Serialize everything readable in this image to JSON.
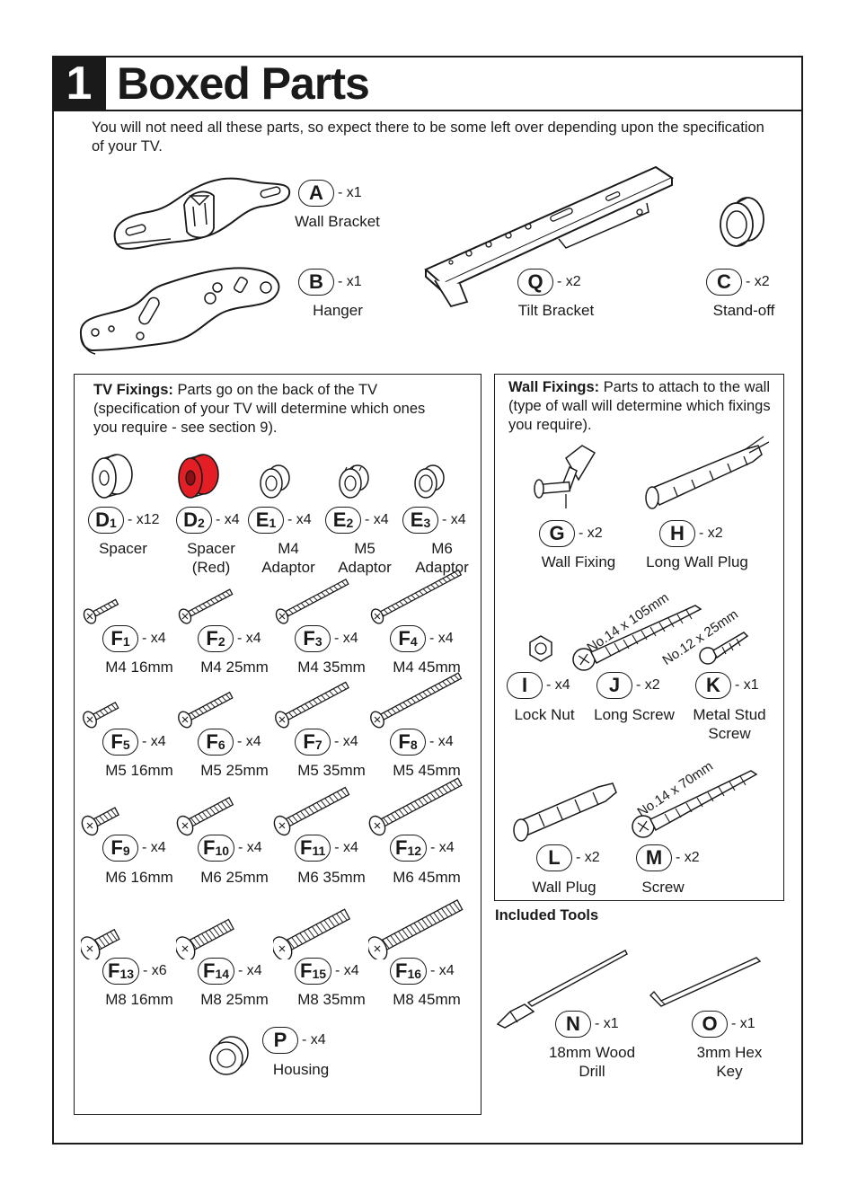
{
  "header": {
    "number": "1",
    "title": "Boxed Parts"
  },
  "intro": "You will not need all these parts, so expect there to be some left over depending upon the specification of your TV.",
  "main_parts": [
    {
      "code": "A",
      "sub": "",
      "qty": "- x1",
      "name": "Wall Bracket"
    },
    {
      "code": "B",
      "sub": "",
      "qty": "- x1",
      "name": "Hanger"
    },
    {
      "code": "Q",
      "sub": "",
      "qty": "- x2",
      "name": "Tilt Bracket"
    },
    {
      "code": "C",
      "sub": "",
      "qty": "- x2",
      "name": "Stand-off"
    }
  ],
  "tv_fixings": {
    "heading": "TV Fixings:",
    "text": " Parts go on the back of the TV (specification of your TV will determine which ones you require - see section 9).",
    "spacers": [
      {
        "code": "D",
        "sub": "1",
        "qty": "- x12",
        "name1": "Spacer",
        "name2": ""
      },
      {
        "code": "D",
        "sub": "2",
        "qty": "- x4",
        "name1": "Spacer",
        "name2": "(Red)"
      },
      {
        "code": "E",
        "sub": "1",
        "qty": "- x4",
        "name1": "M4",
        "name2": "Adaptor"
      },
      {
        "code": "E",
        "sub": "2",
        "qty": "- x4",
        "name1": "M5",
        "name2": "Adaptor"
      },
      {
        "code": "E",
        "sub": "3",
        "qty": "- x4",
        "name1": "M6",
        "name2": "Adaptor"
      }
    ],
    "screws": [
      {
        "code": "F",
        "sub": "1",
        "qty": "- x4",
        "name": "M4 16mm"
      },
      {
        "code": "F",
        "sub": "2",
        "qty": "- x4",
        "name": "M4 25mm"
      },
      {
        "code": "F",
        "sub": "3",
        "qty": "- x4",
        "name": "M4 35mm"
      },
      {
        "code": "F",
        "sub": "4",
        "qty": "- x4",
        "name": "M4 45mm"
      },
      {
        "code": "F",
        "sub": "5",
        "qty": "- x4",
        "name": "M5 16mm"
      },
      {
        "code": "F",
        "sub": "6",
        "qty": "- x4",
        "name": "M5 25mm"
      },
      {
        "code": "F",
        "sub": "7",
        "qty": "- x4",
        "name": "M5 35mm"
      },
      {
        "code": "F",
        "sub": "8",
        "qty": "- x4",
        "name": "M5 45mm"
      },
      {
        "code": "F",
        "sub": "9",
        "qty": "- x4",
        "name": "M6 16mm"
      },
      {
        "code": "F",
        "sub": "10",
        "qty": "- x4",
        "name": "M6 25mm"
      },
      {
        "code": "F",
        "sub": "11",
        "qty": "- x4",
        "name": "M6 35mm"
      },
      {
        "code": "F",
        "sub": "12",
        "qty": "- x4",
        "name": "M6 45mm"
      },
      {
        "code": "F",
        "sub": "13",
        "qty": "- x6",
        "name": "M8 16mm"
      },
      {
        "code": "F",
        "sub": "14",
        "qty": "- x4",
        "name": "M8 25mm"
      },
      {
        "code": "F",
        "sub": "15",
        "qty": "- x4",
        "name": "M8 35mm"
      },
      {
        "code": "F",
        "sub": "16",
        "qty": "- x4",
        "name": "M8 45mm"
      }
    ],
    "housing": {
      "code": "P",
      "qty": "- x4",
      "name": "Housing"
    }
  },
  "wall_fixings": {
    "heading": "Wall Fixings:",
    "text": " Parts to attach to the wall (type of wall will determine which fixings you require).",
    "items": [
      {
        "code": "G",
        "qty": "- x2",
        "name1": "Wall Fixing",
        "name2": ""
      },
      {
        "code": "H",
        "qty": "- x2",
        "name1": "Long Wall Plug",
        "name2": ""
      },
      {
        "code": "I",
        "qty": "- x4",
        "name1": "Lock Nut",
        "name2": ""
      },
      {
        "code": "J",
        "qty": "- x2",
        "name1": "Long Screw",
        "name2": ""
      },
      {
        "code": "K",
        "qty": "- x1",
        "name1": "Metal Stud",
        "name2": "Screw"
      },
      {
        "code": "L",
        "qty": "- x2",
        "name1": "Wall Plug",
        "name2": ""
      },
      {
        "code": "M",
        "qty": "- x2",
        "name1": "Screw",
        "name2": ""
      }
    ],
    "notes": {
      "j_size": "No.14 x 105mm",
      "k_size": "No.12 x 25mm",
      "m_size": "No.14 x 70mm"
    }
  },
  "tools": {
    "heading": "Included Tools",
    "items": [
      {
        "code": "N",
        "qty": "- x1",
        "name1": "18mm Wood",
        "name2": "Drill"
      },
      {
        "code": "O",
        "qty": "- x1",
        "name1": "3mm Hex",
        "name2": "Key"
      }
    ]
  },
  "colors": {
    "ink": "#1a1a1a",
    "spacer_red": "#e31e24"
  }
}
